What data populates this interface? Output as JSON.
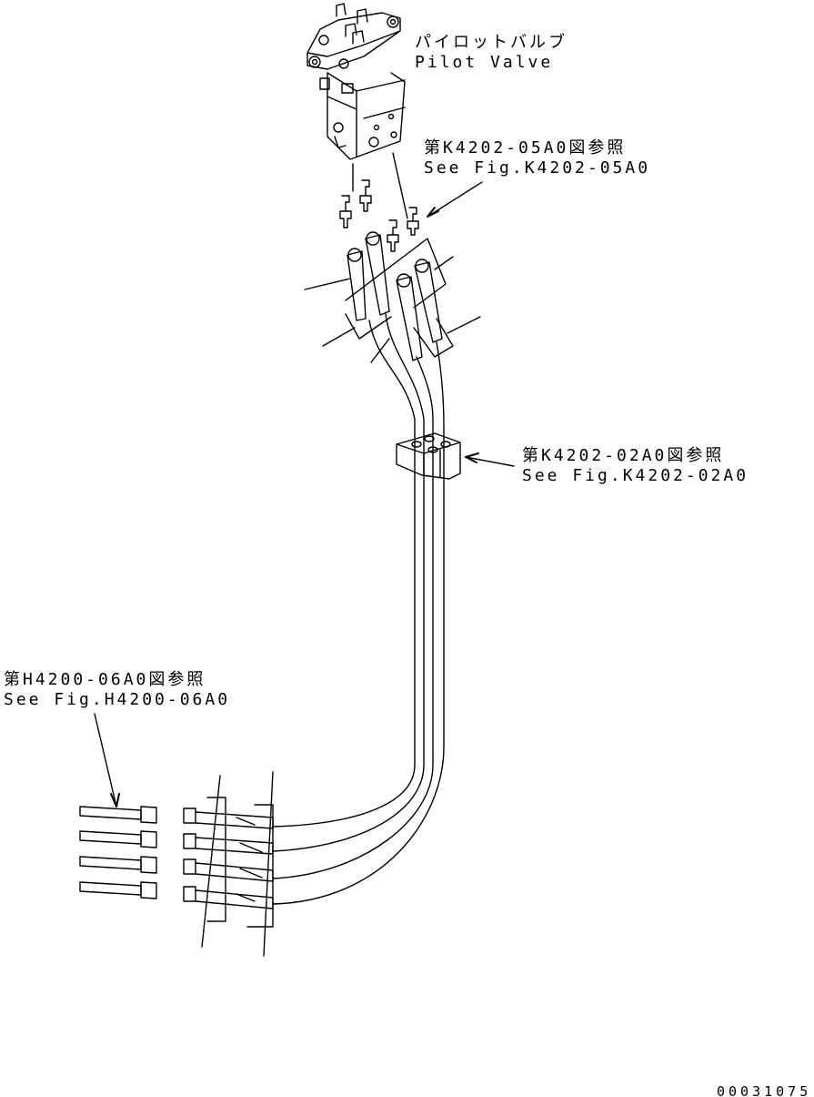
{
  "labels": {
    "pilot_valve": {
      "jp": "パイロットバルブ",
      "en": "Pilot Valve"
    },
    "ref_k4202_05a0": {
      "jp": "第K4202-05A0図参照",
      "en": "See Fig.K4202-05A0"
    },
    "ref_k4202_02a0": {
      "jp": "第K4202-02A0図参照",
      "en": "See Fig.K4202-02A0"
    },
    "ref_h4200_06a0": {
      "jp": "第H4200-06A0図参照",
      "en": "See Fig.H4200-06A0"
    }
  },
  "drawing_number": "00031075",
  "colors": {
    "line": "#000000",
    "background": "#ffffff"
  }
}
